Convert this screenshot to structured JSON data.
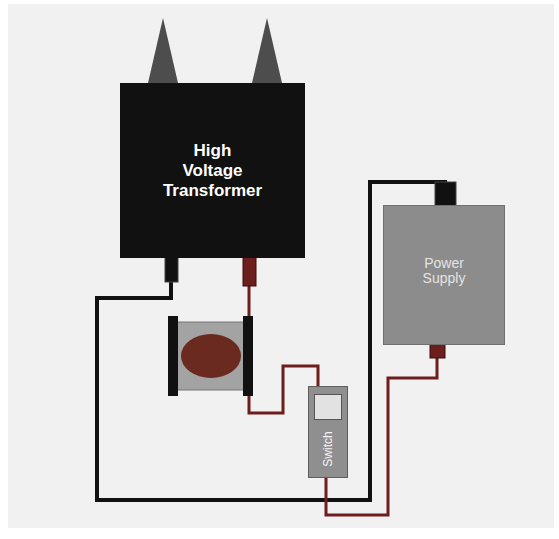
{
  "diagram": {
    "nodes": [
      {
        "text": [
          "High Voltage Transformer"
        ]
      },
      {
        "text": [
          "Power Supply"
        ]
      },
      {
        "text": [
          "Switch"
        ]
      }
    ],
    "edges": [
      {
        "from": 0,
        "to": 1,
        "arrow": "none"
      },
      {
        "from": 0,
        "to": 2,
        "arrow": "none"
      },
      {
        "from": 2,
        "to": 1,
        "arrow": "none"
      }
    ]
  }
}
